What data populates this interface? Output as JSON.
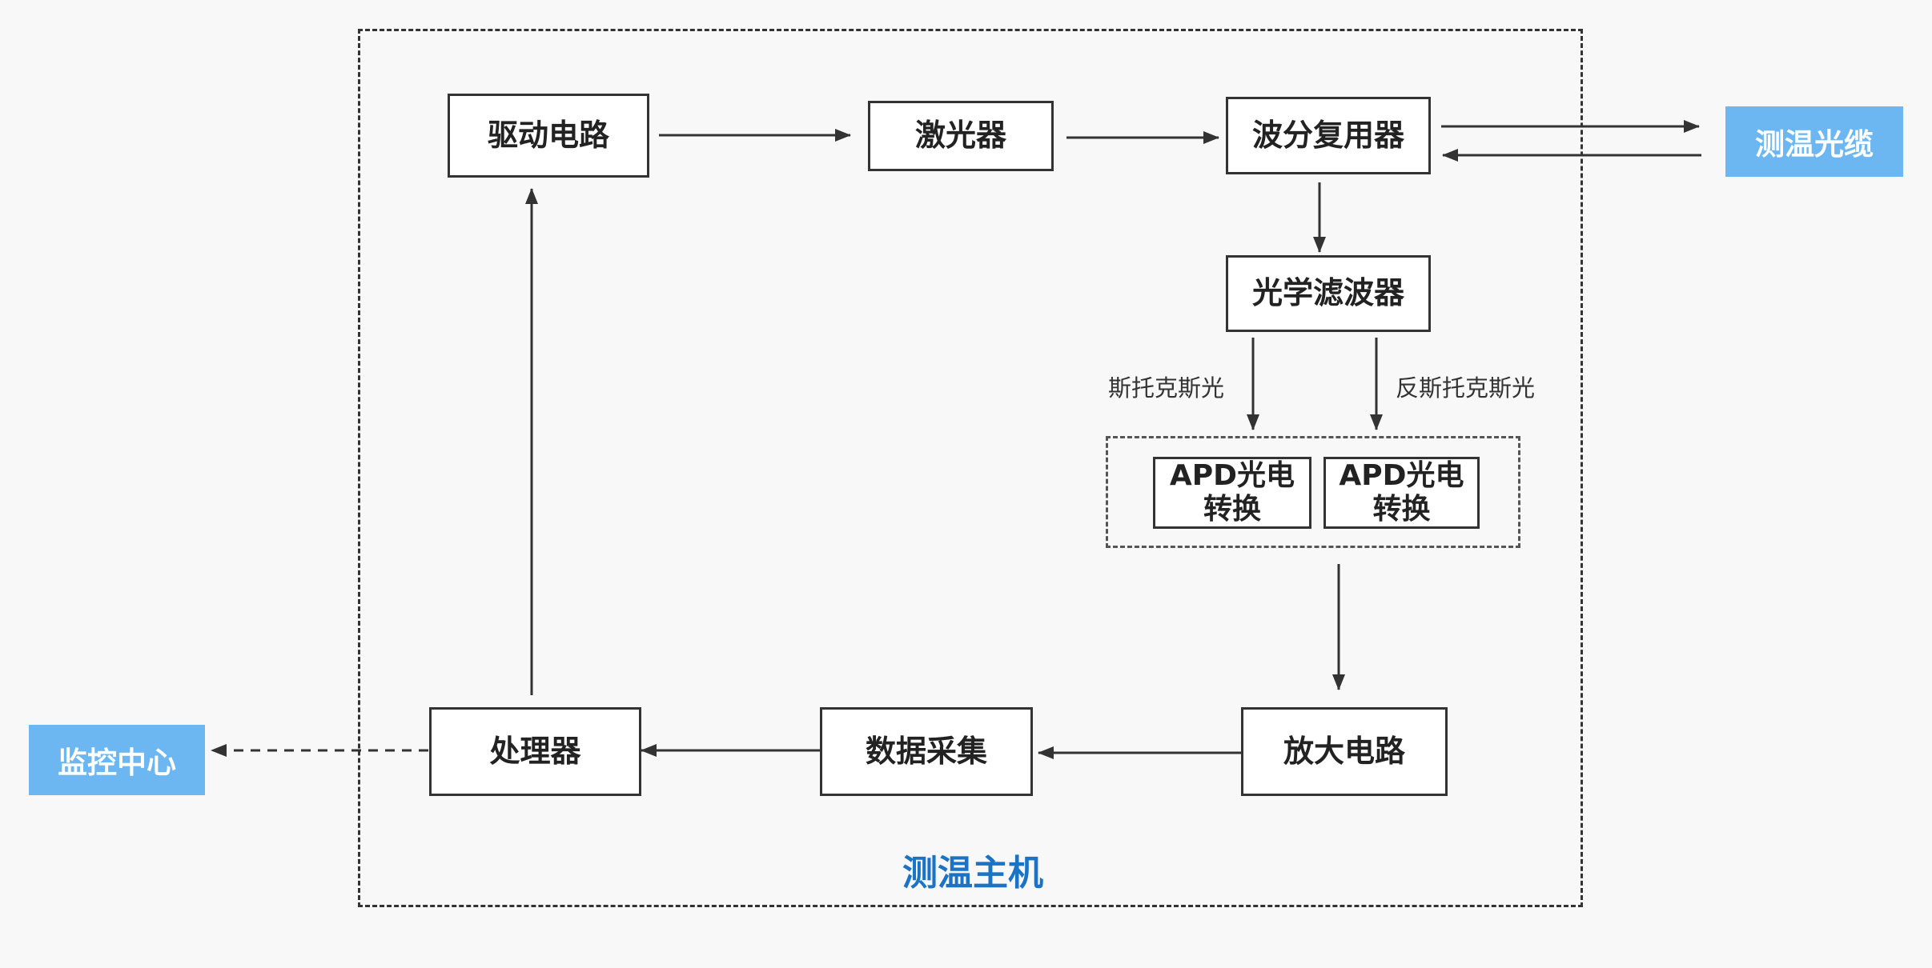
{
  "nodes": {
    "drive_circuit": "驱动电路",
    "laser": "激光器",
    "wdm": "波分复用器",
    "optical_filter": "光学滤波器",
    "apd_1": "APD光电转换",
    "apd_2": "APD光电转换",
    "amplifier": "放大电路",
    "data_acquisition": "数据采集",
    "processor": "处理器"
  },
  "external": {
    "sensing_cable": "测温光缆",
    "monitoring_center": "监控中心"
  },
  "labels": {
    "stokes": "斯托克斯光",
    "anti_stokes": "反斯托克斯光"
  },
  "container_title": "测温主机",
  "colors": {
    "external_fill": "#6cb7f2",
    "title_text": "#1a73c6",
    "border": "#333333"
  },
  "edges": [
    {
      "from": "驱动电路",
      "to": "激光器",
      "style": "solid"
    },
    {
      "from": "激光器",
      "to": "波分复用器",
      "style": "solid"
    },
    {
      "from": "波分复用器",
      "to": "测温光缆",
      "style": "solid"
    },
    {
      "from": "测温光缆",
      "to": "波分复用器",
      "style": "solid"
    },
    {
      "from": "波分复用器",
      "to": "光学滤波器",
      "style": "solid"
    },
    {
      "from": "光学滤波器",
      "to": "APD光电转换",
      "label": "斯托克斯光",
      "style": "solid"
    },
    {
      "from": "光学滤波器",
      "to": "APD光电转换",
      "label": "反斯托克斯光",
      "style": "solid"
    },
    {
      "from": "APD光电转换",
      "to": "放大电路",
      "style": "solid"
    },
    {
      "from": "放大电路",
      "to": "数据采集",
      "style": "solid"
    },
    {
      "from": "数据采集",
      "to": "处理器",
      "style": "solid"
    },
    {
      "from": "处理器",
      "to": "驱动电路",
      "style": "solid"
    },
    {
      "from": "处理器",
      "to": "监控中心",
      "style": "dashed"
    }
  ]
}
